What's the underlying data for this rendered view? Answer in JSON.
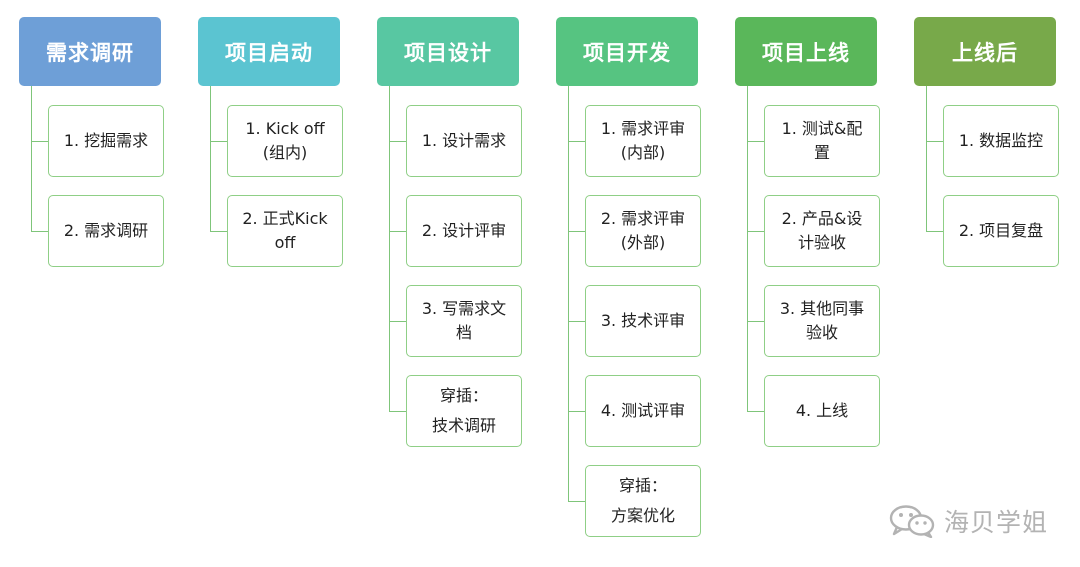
{
  "colors": {
    "connector": "#7fc57a",
    "task_border": "#8fcf86"
  },
  "phases": [
    {
      "title": "需求调研",
      "color": "#6e9fd7",
      "tasks": [
        "1. 挖掘需求",
        "2. 需求调研"
      ]
    },
    {
      "title": "项目启动",
      "color": "#5bc4d1",
      "tasks": [
        "1. Kick off\n(组内)",
        "2. 正式Kick\noff"
      ]
    },
    {
      "title": "项目设计",
      "color": "#58c7a2",
      "tasks": [
        "1. 设计需求",
        "2. 设计评审",
        "3. 写需求文\n档",
        "穿插：\n技术调研"
      ]
    },
    {
      "title": "项目开发",
      "color": "#56c481",
      "tasks": [
        "1. 需求评审\n(内部)",
        "2. 需求评审\n(外部)",
        "3. 技术评审",
        "4. 测试评审",
        "穿插：\n方案优化"
      ]
    },
    {
      "title": "项目上线",
      "color": "#5ab75a",
      "tasks": [
        "1. 测试&配\n置",
        "2. 产品&设\n计验收",
        "3. 其他同事\n验收",
        "4. 上线"
      ]
    },
    {
      "title": "上线后",
      "color": "#78a94a",
      "tasks": [
        "1. 数据监控",
        "2. 项目复盘"
      ]
    }
  ],
  "watermark": {
    "text": "海贝学姐",
    "icon": "wechat-icon"
  }
}
